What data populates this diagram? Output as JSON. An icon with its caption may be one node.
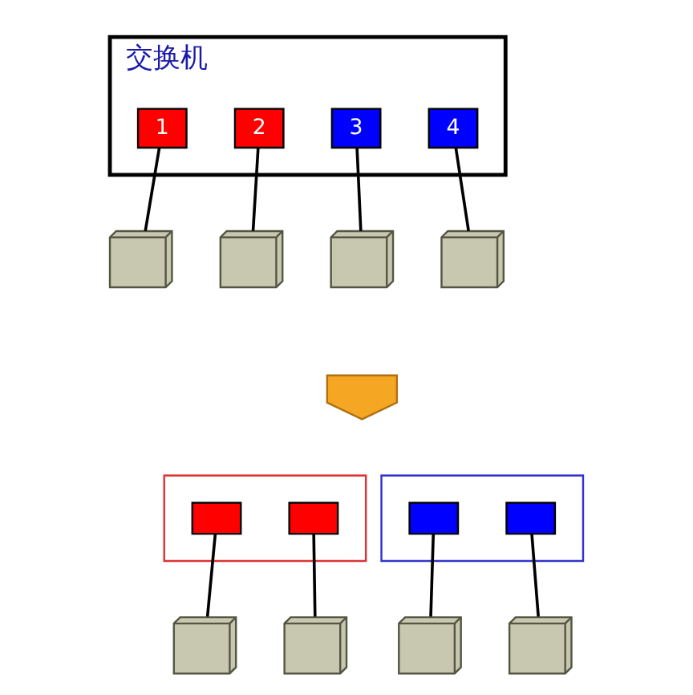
{
  "diagram": {
    "nodes": [
      {
        "text": [
          "交换机"
        ]
      },
      {
        "text": [
          "1"
        ],
        "in": 0
      },
      {
        "text": [
          "2"
        ],
        "in": 0
      },
      {
        "text": [
          "3"
        ],
        "in": 0
      },
      {
        "text": [
          "4"
        ],
        "in": 0
      },
      {
        "text": [],
        "shape": "computer"
      },
      {
        "text": [],
        "shape": "computer"
      },
      {
        "text": [],
        "shape": "computer"
      },
      {
        "text": [],
        "shape": "computer"
      },
      {
        "text": [],
        "shape": "arrow"
      },
      {
        "text": [],
        "shape": "box"
      },
      {
        "text": [],
        "shape": "box",
        "in": 10
      },
      {
        "text": [],
        "shape": "box",
        "in": 10
      },
      {
        "text": [],
        "shape": "box"
      },
      {
        "text": [],
        "shape": "box",
        "in": 13
      },
      {
        "text": [],
        "shape": "box",
        "in": 13
      },
      {
        "text": [],
        "shape": "computer"
      },
      {
        "text": [],
        "shape": "computer"
      },
      {
        "text": [],
        "shape": "computer"
      },
      {
        "text": [],
        "shape": "computer"
      }
    ],
    "edges": [
      {
        "from": 1,
        "to": 5,
        "arrow": "none"
      },
      {
        "from": 2,
        "to": 6,
        "arrow": "none"
      },
      {
        "from": 3,
        "to": 7,
        "arrow": "none"
      },
      {
        "from": 4,
        "to": 8,
        "arrow": "none"
      },
      {
        "from": 11,
        "to": 16,
        "arrow": "none"
      },
      {
        "from": 12,
        "to": 17,
        "arrow": "none"
      },
      {
        "from": 14,
        "to": 18,
        "arrow": "none"
      },
      {
        "from": 15,
        "to": 19,
        "arrow": "none"
      }
    ]
  }
}
